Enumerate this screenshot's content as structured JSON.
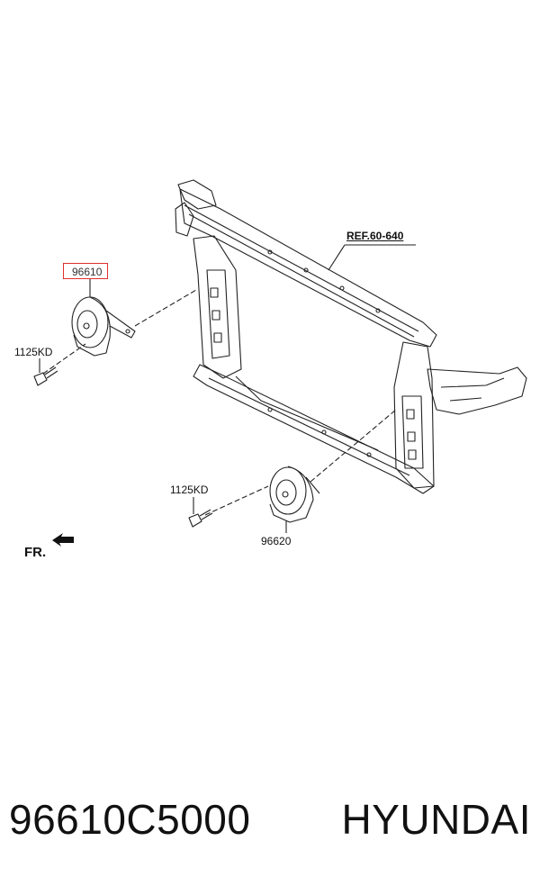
{
  "labels": {
    "ref": "REF.60-640",
    "highlight_part": "96610",
    "bolt_upper": "1125KD",
    "bolt_lower": "1125KD",
    "horn_lower": "96620",
    "front": "FR."
  },
  "footer": {
    "part_number": "96610C5000",
    "brand": "HYUNDAI"
  },
  "colors": {
    "highlight": "#e03030",
    "line": "#222222"
  }
}
